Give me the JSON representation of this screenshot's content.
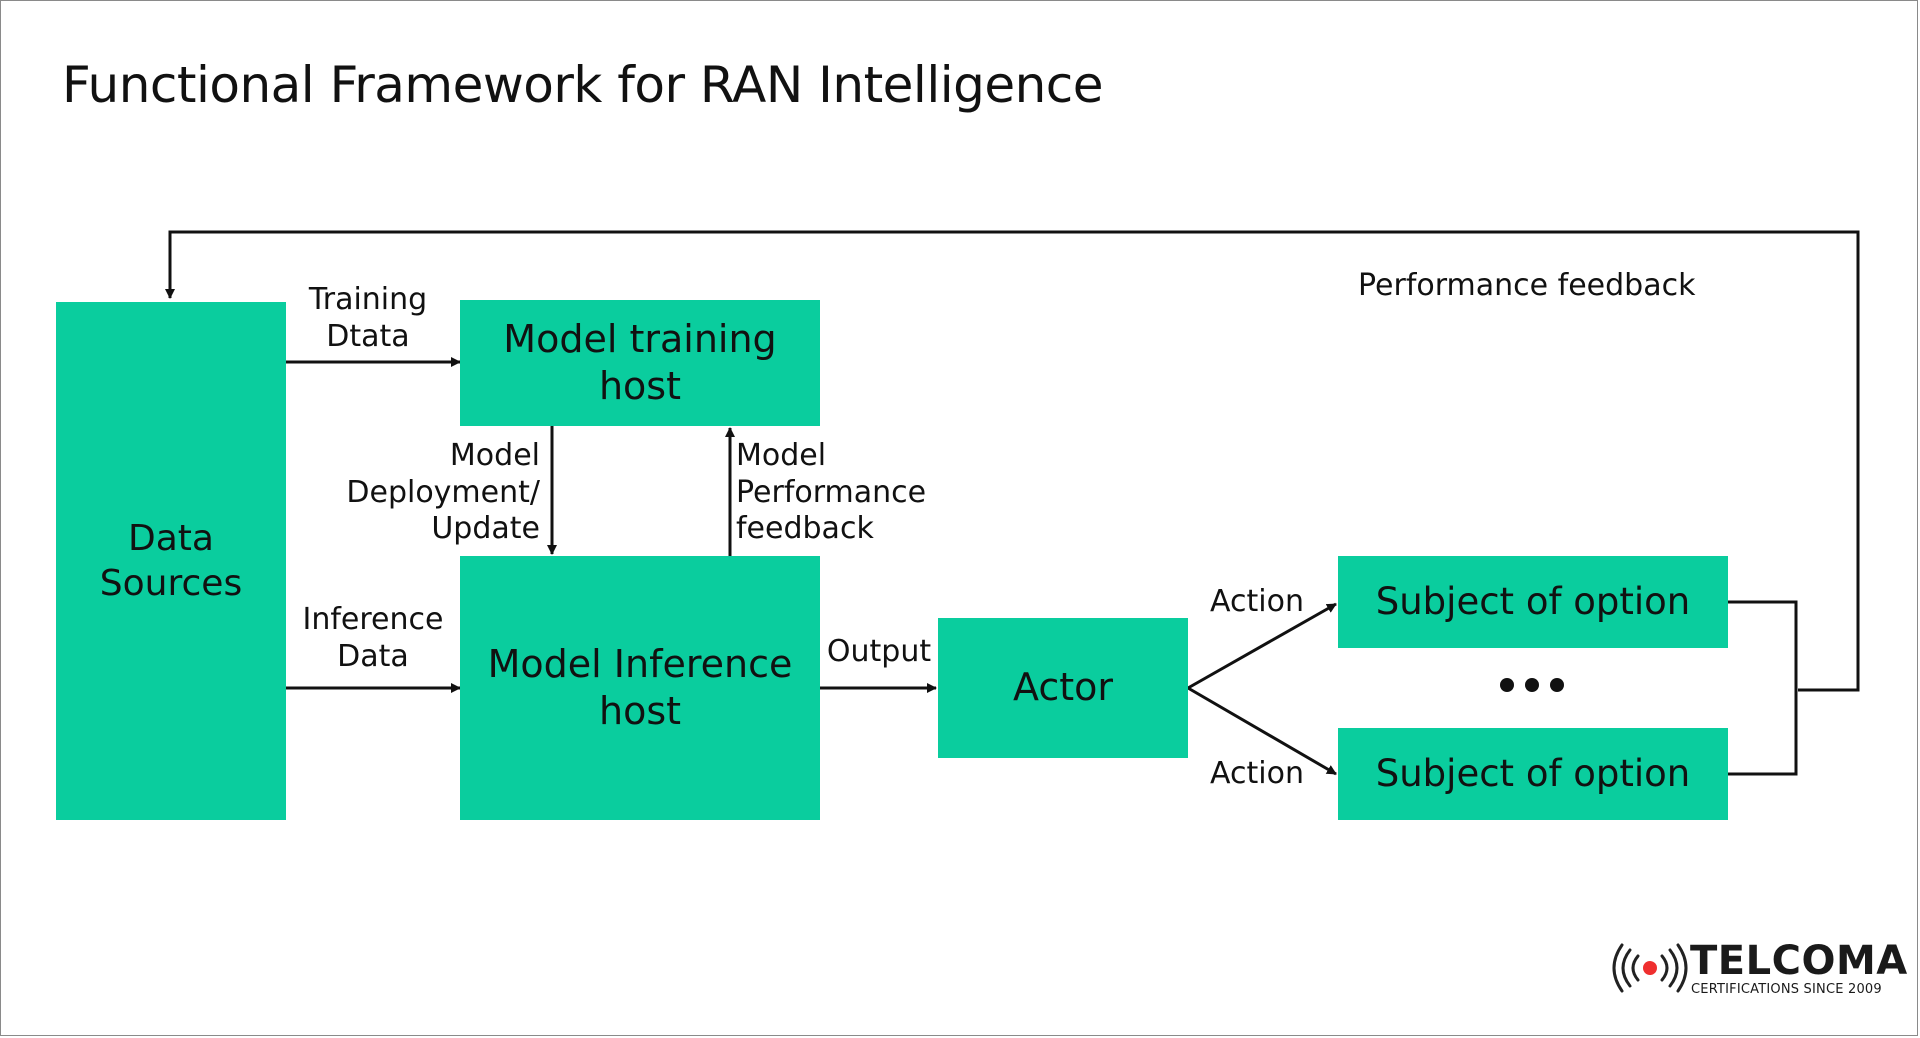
{
  "title": "Functional Framework for RAN Intelligence",
  "boxes": {
    "data_sources": "Data\nSources",
    "model_training_host": "Model training\nhost",
    "model_inference_host": "Model Inference\nhost",
    "actor": "Actor",
    "subject_top": "Subject of option",
    "subject_bottom": "Subject of option"
  },
  "labels": {
    "training_data": "Training\nDtata",
    "inference_data": "Inference\nData",
    "model_deployment": "Model\nDeployment/\nUpdate",
    "model_performance_feedback": "Model\nPerformance\nfeedback",
    "output": "Output",
    "action_top": "Action",
    "action_bottom": "Action",
    "performance_feedback": "Performance feedback"
  },
  "logo": {
    "name": "TELCOMA",
    "tagline": "CERTIFICATIONS SINCE 2009"
  },
  "colors": {
    "box_fill": "#0acd9e",
    "line": "#111111",
    "background": "#ffffff"
  }
}
